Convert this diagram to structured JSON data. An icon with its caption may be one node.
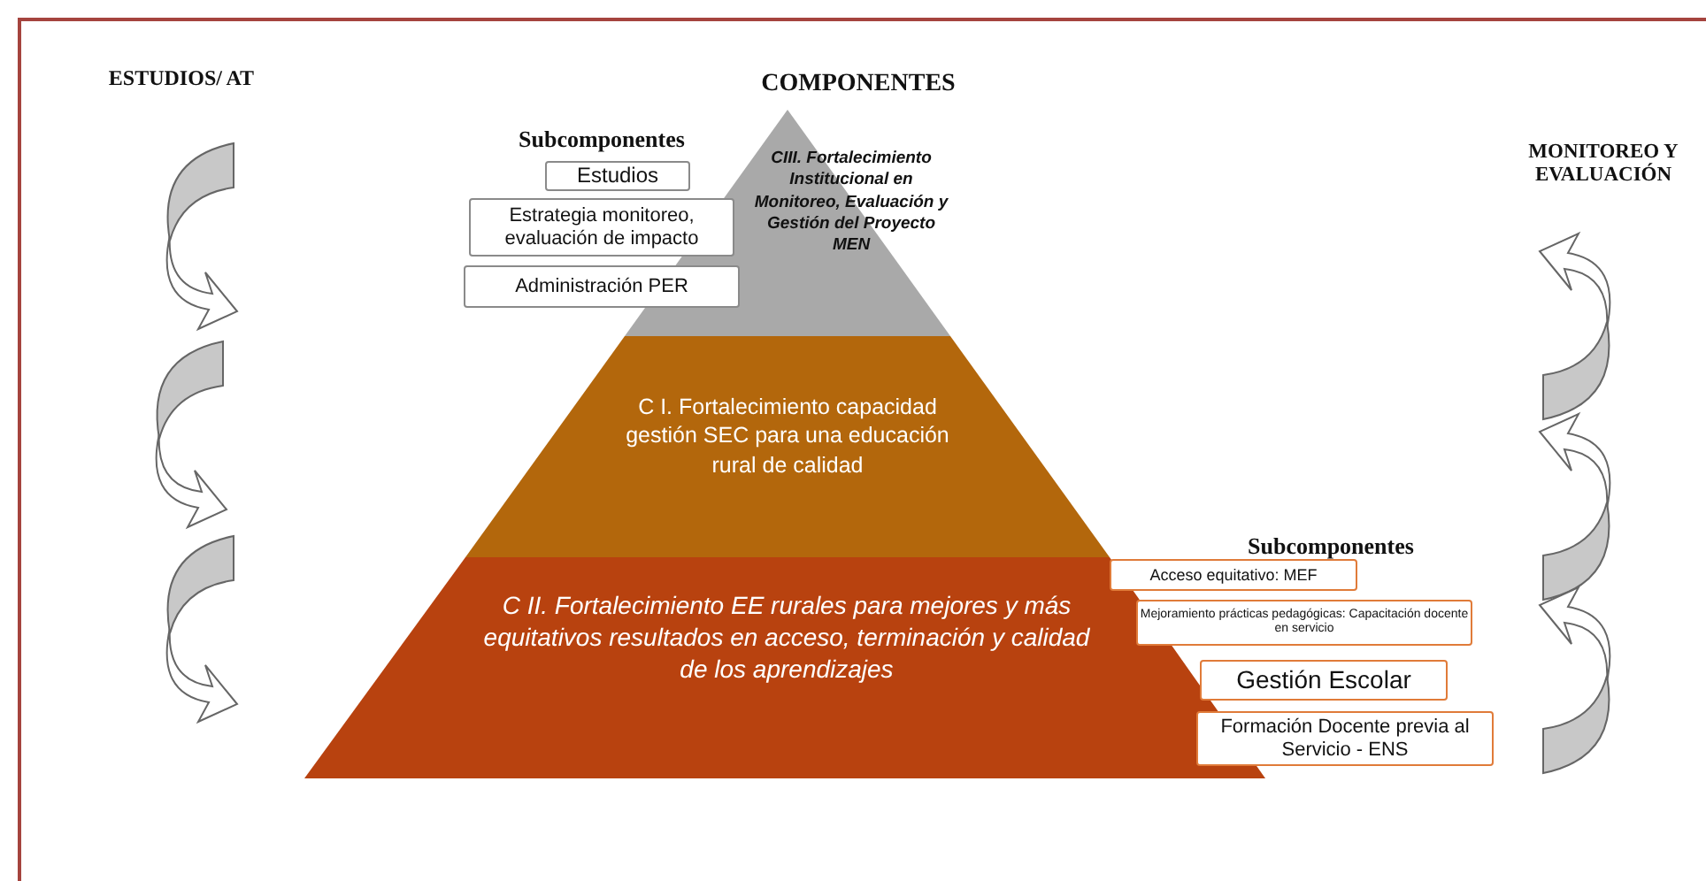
{
  "diagram": {
    "nodes": [
      {
        "text": [
          "CIII. Fortalecimiento Institucional en Monitoreo, Evaluación y Gestión del Proyecto MEN"
        ]
      },
      {
        "text": [
          "C I. Fortalecimiento capacidad gestión SEC para una educación rural de calidad"
        ]
      },
      {
        "text": [
          "C II. Fortalecimiento EE rurales para mejores y más equitativos resultados en acceso, terminación y calidad de los aprendizajes"
        ]
      },
      {
        "text": [
          "Estudios"
        ]
      },
      {
        "text": [
          "Estrategia monitoreo, evaluación de impacto"
        ]
      },
      {
        "text": [
          "Administración PER"
        ]
      },
      {
        "text": [
          "Acceso equitativo: MEF"
        ]
      },
      {
        "text": [
          "Mejoramiento prácticas pedagógicas: Capacitación docente en servicio"
        ]
      },
      {
        "text": [
          "Gestión Escolar"
        ]
      },
      {
        "text": [
          "Formación Docente previa al Servicio - ENS"
        ]
      }
    ],
    "labels": [
      "ESTUDIOS/ AT",
      "COMPONENTES",
      "Subcomponentes",
      "MONITOREO Y EVALUACIÓN",
      "Subcomponentes"
    ]
  }
}
